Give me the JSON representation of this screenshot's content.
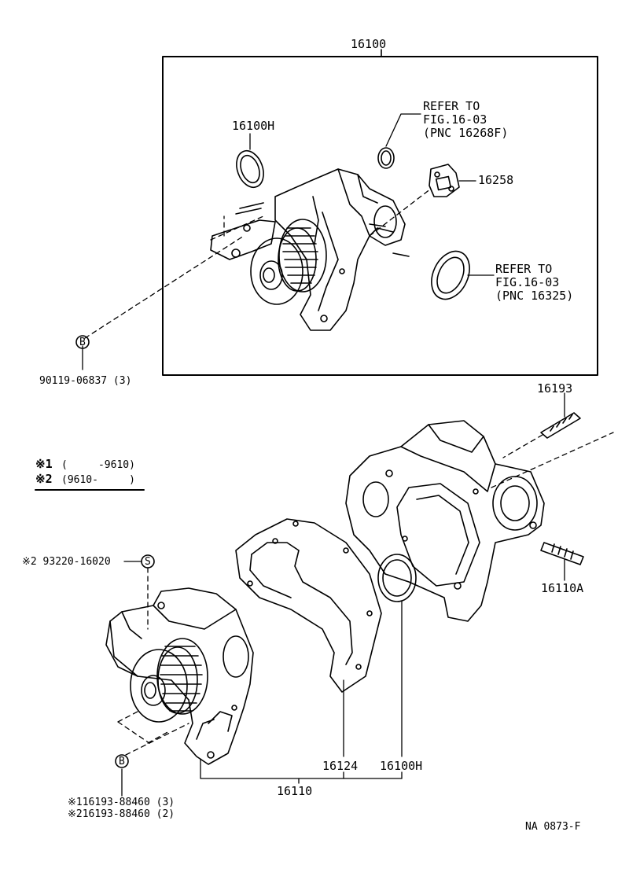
{
  "part_numbers": {
    "assembly_top": "16100",
    "gasket_top": "16100H",
    "plate": "16258",
    "bolt_b": "90119-06837 (3)",
    "stud_a": "16193",
    "stud_b": "16110A",
    "gasket_main": "16124",
    "ring_bottom": "16100H",
    "assembly_bottom": "16110",
    "seal_s": "※2 93220-16020",
    "bolt_b_variant_1": "※116193-88460 (3)",
    "bolt_b_variant_2": "※216193-88460 (2)"
  },
  "references": {
    "ref1": [
      "REFER TO",
      "FIG.16-03",
      "(PNC 16268F)"
    ],
    "ref2": [
      "REFER TO",
      "FIG.16-03",
      "(PNC 16325)"
    ]
  },
  "legend": {
    "row1_mark": "※1",
    "row1_range": "(     -9610)",
    "row2_mark": "※2",
    "row2_range": "(9610-     )"
  },
  "markers": {
    "bolt": "B",
    "seal": "S"
  },
  "figure_code": "NA 0873-F"
}
